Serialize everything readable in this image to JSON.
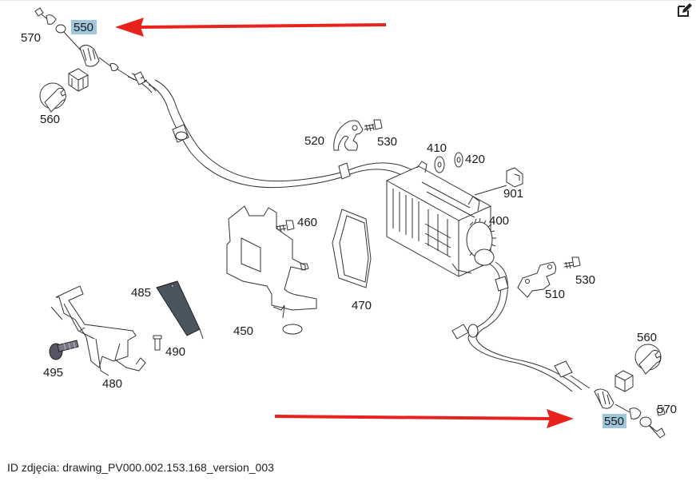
{
  "diagram": {
    "part_labels": {
      "p570_top": "570",
      "p550_top": "550",
      "p560_top": "560",
      "p520": "520",
      "p530_top": "530",
      "p410": "410",
      "p420": "420",
      "p901": "901",
      "p400": "400",
      "p460": "460",
      "p485": "485",
      "p470": "470",
      "p450": "450",
      "p490": "490",
      "p495": "495",
      "p480": "480",
      "p510": "510",
      "p530_right": "530",
      "p560_bottom": "560",
      "p550_bottom": "550",
      "p570_bottom": "570"
    },
    "highlight_color": "#9fc6db",
    "arrow_color": "#e8231e"
  },
  "caption": "ID zdjęcia: drawing_PV000.002.153.168_version_003",
  "toolbar": {
    "edit_icon": "edit-icon"
  }
}
